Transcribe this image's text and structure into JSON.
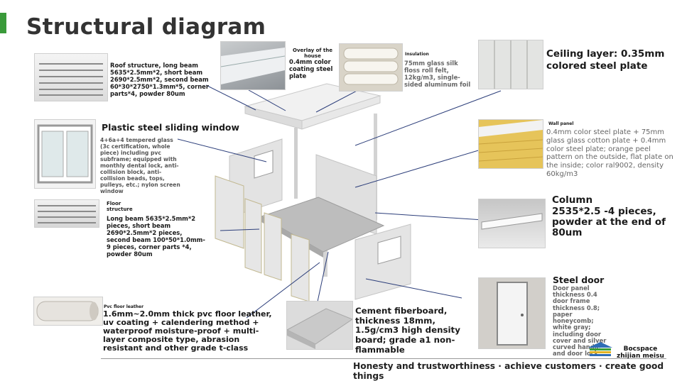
{
  "title": "Structural diagram",
  "colors": {
    "accent": "#3a9a3a",
    "line": "#2c3e7a",
    "panel": "#e2e2e2"
  },
  "labels": {
    "roof": "Roof structure, long beam 5635*2.5mm*2, short beam 2690*2.5mm*2, second beam 60*30*2750*1.3mm*5, corner parts*4, powder 80um",
    "overlay_heading": "Overlay of the house",
    "overlay_body": "0.4mm color coating steel plate",
    "insulation_heading": "Insulation",
    "insulation_body": "75mm glass silk floss roll felt, 12kg/m3, single-sided aluminum foil",
    "ceiling": "Ceiling layer: 0.35mm colored steel plate",
    "window_heading": "Plastic steel sliding window",
    "window_body": "4+6a+4 tempered glass (3c certification, whole piece) including pvc subframe; equipped with monthly dental lock, anti-collision block, anti-collision beads, tops, pulleys, etc.; nylon screen window",
    "wall_heading": "Wall panel",
    "wall_body": "0.4mm color steel plate + 75mm glass glass cotton plate + 0.4mm color steel plate; orange peel pattern on the outside, flat plate on the inside; color ral9002, density 60kg/m3",
    "floor_heading": "Floor structure",
    "floor_body": "Long beam 5635*2.5mm*2 pieces, short beam 2690*2.5mm*2 pieces, second beam 100*50*1.0mm-9 pieces, corner parts *4, powder 80um",
    "column_heading": "Column",
    "column_body": "2535*2.5 -4 pieces, powder at the end of 80um",
    "door_heading": "Steel door",
    "door_body": "Door panel thickness 0.4 door frame thickness 0.8; paper honeycomb; white gray; including door cover and silver curved handle and door lock",
    "pvc_heading": "Pvc floor leather",
    "pvc_body": "1.6mm~2.0mm thick pvc floor leather, uv coating + calendering method + waterproof moisture-proof + multi-layer composite type, abrasion resistant and other grade t-class",
    "cement": "Cement fiberboard, thickness 18mm, 1.5g/cm3 high density board; grade a1 non-flammable"
  },
  "brand": {
    "line1": "Bocspace",
    "line2": "zhijian meisu"
  },
  "footer": "Honesty and trustworthiness · achieve customers · create good things",
  "icons": [
    "roof-beam-photo",
    "overlay-sheet-photo",
    "insulation-roll-photo",
    "ceiling-panel-photo",
    "sliding-window-photo",
    "wall-panel-photo",
    "floor-frame-photo",
    "column-photo",
    "steel-door-photo",
    "pvc-roll-photo",
    "cement-board-photo",
    "brand-logo-icon"
  ]
}
